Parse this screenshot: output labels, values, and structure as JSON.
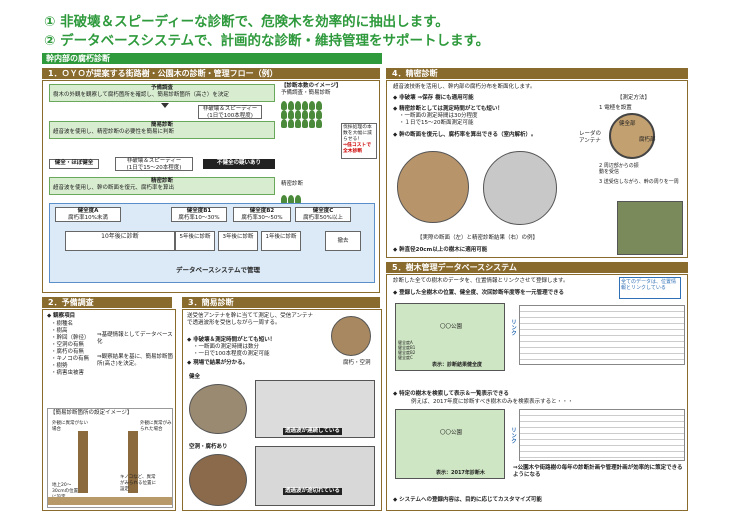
{
  "headline": {
    "line1": "① 非破壊＆スピーディーな診断で、危険木を効率的に抽出します。",
    "line2": "② データベースシステムで、計画的な診断・維持管理をサポートします。"
  },
  "trunk_title": "幹内部の腐朽診断",
  "sec1": {
    "title": "1．ＯＹＯが提案する街路樹・公園木の診断・管理フロー（例）",
    "yobi_title": "予備調査",
    "yobi_text": "樹木の外観を観察して腐朽箇所を確認し、簡易診断箇所（高さ）を決定",
    "quick_label": "非破壊＆スピーディー",
    "quick_sub": "(1日で100本程度)",
    "kanni_title": "簡易診断",
    "kanni_text": "超音波を使用し、精密診断の必要性を簡易に判断",
    "c1": "健全・ほぼ健全",
    "c2": "非破壊＆スピーディー",
    "c2sub": "(1日で15〜20本程度)",
    "c3": "不健全の疑いあり",
    "seimitsu_title": "精密診断",
    "seimitsu_text": "超音波を使用し、幹の断面を復元、腐朽率を算出",
    "count_title": "【診断本数のイメージ】",
    "count_sub": "予備調査・簡易診断",
    "count_seimitsu": "精密診断",
    "count_note": "伐採処理の本数を大幅に減らせる！",
    "count_note2": "⇒低コストで全木診断",
    "grades": [
      {
        "name": "健全度A",
        "rate": "腐朽率10%未満"
      },
      {
        "name": "健全度B1",
        "rate": "腐朽率10〜30%"
      },
      {
        "name": "健全度B2",
        "rate": "腐朽率30〜50%"
      },
      {
        "name": "健全度C",
        "rate": "腐朽率50%以上"
      }
    ],
    "after": [
      "10年後に診断",
      "5年後に診断",
      "3年後に診断",
      "1年後に診断",
      "撤去"
    ],
    "db_label": "データベースシステムで管理"
  },
  "sec2": {
    "title": "2．予備調査",
    "items_title": "◆ 観察項目",
    "items": [
      "・樹種名",
      "・樹高",
      "・幹回（幹径）",
      "・空洞の有無",
      "・腐朽の有無",
      "・キノコの有無",
      "・樹勢",
      "・病害虫被害"
    ],
    "note1": "⇒基礎情報としてデータベース化",
    "note2": "⇒観察結果を基に、簡易診断箇所(高さ)を決定。",
    "img_title": "【簡易診断箇所の設定イメージ】",
    "lbl1": "外観に異常がない場合",
    "lbl2": "外観に異常がみられた場合",
    "lbl3": "地上20〜30cmの位置に設定",
    "lbl4": "キノコなど、異常がみられる位置に設定"
  },
  "sec3": {
    "title": "3．簡易診断",
    "text": "送受信アンテナを幹に当てて測定し、受信アンテナで透過波形を受信しながら一周する。",
    "b1": "◆ 非破壊＆測定時間がとても短い！",
    "b1a": "・一断面の測定時間は数分",
    "b1b": "・一日で100本程度の測定可能",
    "b2": "◆ 現場で結果が分かる。",
    "sound": "健全",
    "sound_wave": "透過波が連続している",
    "rot": "空洞・腐朽あり",
    "rot_wave": "透過波が途切れている",
    "tree_label": "腐朽・空洞"
  },
  "sec4": {
    "title": "4．精密診断",
    "intro": "超音波技術を活用し、幹内部の腐朽分布を断面化します。",
    "b1": "◆ 非破壊 ⇒保存 樹にも適用可能",
    "b2": "◆ 精密診断としては測定時間がとても短い！",
    "b2a": "・一断面の測定時間は30分程度",
    "b2b": "・１日で15〜20断面測定可能",
    "b3": "◆ 幹の断面を復元し、腐朽率を算出できる（室内解析）。",
    "caption": "【実際の断面（左）と精密診断結果（右）の例】",
    "b4": "◆ 幹直径20cm以上の樹木に適用可能",
    "method_title": "【測定方法】",
    "m1": "1 電極を設置",
    "m2": "2 周辺部からの振動を受信",
    "m3": "3 送受信しながら、幹の周りを一周",
    "m4": "レーダのアンテナ",
    "m5": "健全部",
    "m6": "腐朽部"
  },
  "sec5": {
    "title": "5．樹木管理データベースシステム",
    "intro": "診断した全ての樹木のデータを、位置情報とリンクさせて登録します。",
    "callout": "全てのデータは、位置情報とリンクしている",
    "b1": "◆ 登録した全樹木の位置、健全度、次回診断年度等を一元管理できる",
    "b2": "◆ 特定の樹木を検索して表示＆一覧表示できる",
    "b2a": "例えば、2017年度に診断すべき樹木のみを検索表示すると・・・",
    "link": "リンク",
    "map1": "表示：診断結果健全度",
    "map2": "表示：2017年診断木",
    "legend": [
      "健全度A",
      "健全度B1",
      "健全度B2",
      "健全度C"
    ],
    "b3": "⇒公園木や街路樹の毎年の診断計画や管理計画が効率的に策定できるようになる",
    "b4": "◆ システムへの登録内容は、目的に応じてカスタマイズ可能",
    "park": "〇〇公園"
  },
  "colors": {
    "green": "#2e9a3c",
    "brown": "#8a6b2e",
    "blue": "#2e6fb5"
  }
}
